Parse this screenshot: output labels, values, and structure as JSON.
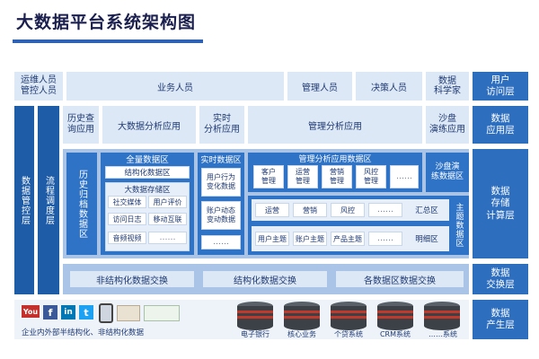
{
  "title": "大数据平台系统架构图",
  "layers": {
    "user": "用户\n访问层",
    "app": "数据\n应用层",
    "storage": "数据\n存储\n计算层",
    "exchange": "数据\n交换层",
    "produce": "数据\n产生层"
  },
  "left_top": "运维人员\n管控人员",
  "mgmt_col": "数据管控层",
  "flow_col": "流程调度层",
  "users": {
    "business": "业务人员",
    "manager": "管理人员",
    "decision": "决策人员",
    "scientist": "数据\n科学家"
  },
  "apps": {
    "history": "历史查\n询应用",
    "bigdata": "大数据分析应用",
    "realtime": "实时\n分析应用",
    "mgmt": "管理分析应用",
    "sandbox": "沙盘\n演练应用"
  },
  "storage": {
    "history_archive": "历史归档数据区",
    "full_zone": "全量数据区",
    "structured": "结构化数据区",
    "bigdata_store": "大数据存储区",
    "social": "社交媒体",
    "user_review": "用户评价",
    "access_log": "访问日志",
    "mobile": "移动互联",
    "av": "音频视频",
    "dots": "……",
    "realtime_zone": "实时数据区",
    "user_behavior": "用户行为\n变化数据",
    "account_dynamic": "账户动态\n变动数据",
    "mgmt_zone": "管理分析应用数据区",
    "customer_mgmt": "客户\n管理",
    "ops_mgmt": "运营\n管理",
    "marketing_mgmt": "营销\n管理",
    "risk_mgmt": "风控\n管理",
    "sandbox_zone": "沙盘演\n练数据区",
    "ops": "运营",
    "marketing": "营销",
    "risk": "风控",
    "summary": "汇总区",
    "user_topic": "用户主题",
    "account_topic": "账户主题",
    "product_topic": "产品主题",
    "detail": "明细区",
    "topic_zone": "主题数据区"
  },
  "exchange": {
    "unstructured": "非结构化数据交换",
    "structured": "结构化数据交换",
    "zones": "各数据区数据交换"
  },
  "produce": {
    "semi_label": "企业内外部半结构化、非结构化数据",
    "logos": [
      "You",
      "f",
      "in",
      "t"
    ],
    "systems": [
      "电子银行",
      "核心业务",
      "个贷系统",
      "CRM系统",
      "……系统"
    ]
  },
  "colors": {
    "dark_blue": "#1f5ca7",
    "mid_blue": "#2f73c7",
    "light_blue": "#dde8f6",
    "panel_blue": "#a9c4e6"
  }
}
